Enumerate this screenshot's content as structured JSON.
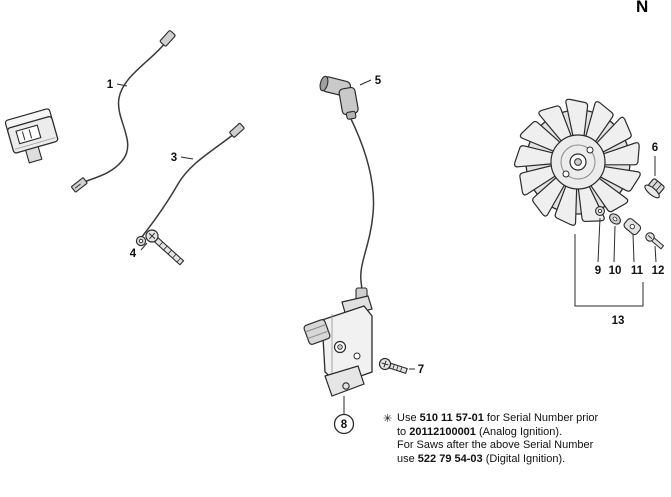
{
  "page": {
    "corner_letter": "N"
  },
  "callouts": {
    "c1": "1",
    "c3": "3",
    "c4": "4",
    "c5": "5",
    "c6": "6",
    "c7": "7",
    "c8": "8",
    "c9": "9",
    "c10": "10",
    "c11": "11",
    "c12": "12",
    "c13": "13"
  },
  "footnote": {
    "marker": "✳",
    "line1": {
      "pre": "Use ",
      "bold": "510 11 57-01",
      "post": " for Serial Number prior"
    },
    "line2": {
      "pre": "to ",
      "bold": "20112100001",
      "post": " (Analog Ignition)."
    },
    "line3": {
      "text": "For Saws after the above Serial Number"
    },
    "line4": {
      "pre": "use ",
      "bold": "522 79 54-03",
      "post": " (Digital Ignition)."
    }
  }
}
